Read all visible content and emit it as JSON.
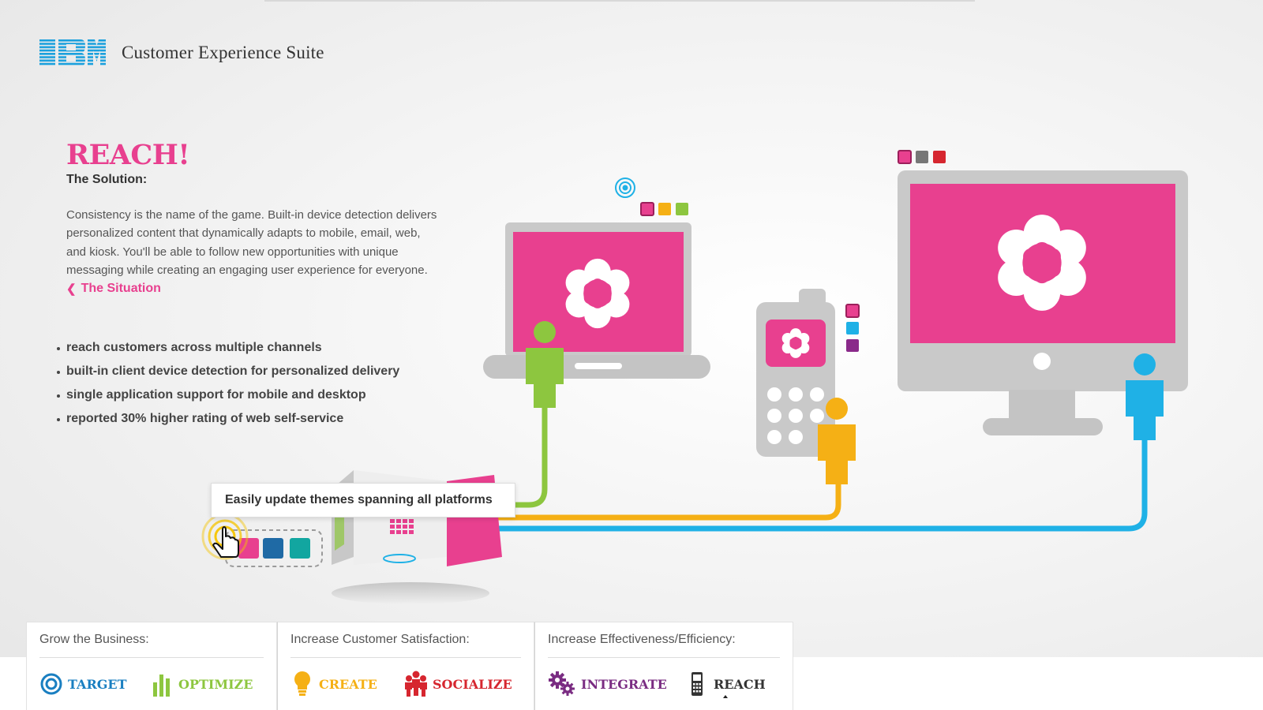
{
  "app": {
    "logo_text": "IBM",
    "title": "Customer Experience Suite"
  },
  "content": {
    "heading": "REACH!",
    "subheading": "The Solution:",
    "paragraph": "Consistency is the name of the game. Built-in device detection delivers personalized content that dynamically adapts to mobile, email, web, and kiosk. You'll be able to follow new opportunities with unique messaging while creating an engaging user experience for everyone.",
    "back_link": "The Situation",
    "bullets": [
      "reach customers across multiple channels",
      "built-in client device detection for personalized delivery",
      "single application support for mobile and desktop",
      "reported 30% higher rating of web self-service"
    ]
  },
  "illustration": {
    "tooltip": "Easily update themes spanning all platforms",
    "colors": {
      "pink": "#e8408f",
      "green": "#8dc63f",
      "orange": "#f5b015",
      "blue": "#1fb1e6",
      "gray": "#c8c8c8",
      "navy": "#1f6aa5",
      "teal": "#12a6a0",
      "purple": "#8a2a8a",
      "red": "#d6262f"
    },
    "icons": [
      "target-icon",
      "flower-icon",
      "person-icon",
      "laptop-icon",
      "phone-icon",
      "monitor-icon",
      "color-swatch-icon",
      "cube-icon",
      "pointer-hand-icon"
    ]
  },
  "nav": {
    "groups": [
      {
        "title": "Grow the Business:",
        "items": [
          {
            "label": "TARGET",
            "icon": "target-icon",
            "color": "#1a7fc1"
          },
          {
            "label": "OPTIMIZE",
            "icon": "bar-chart-icon",
            "color": "#8dc63f"
          }
        ]
      },
      {
        "title": "Increase Customer Satisfaction:",
        "items": [
          {
            "label": "CREATE",
            "icon": "lightbulb-icon",
            "color": "#f5b015"
          },
          {
            "label": "SOCIALIZE",
            "icon": "people-icon",
            "color": "#d6262f"
          }
        ]
      },
      {
        "title": "Increase Effectiveness/Efficiency:",
        "items": [
          {
            "label": "INTEGRATE",
            "icon": "gears-icon",
            "color": "#7a2c82"
          },
          {
            "label": "REACH",
            "icon": "mobile-phone-icon",
            "color": "#333333"
          }
        ]
      }
    ]
  }
}
